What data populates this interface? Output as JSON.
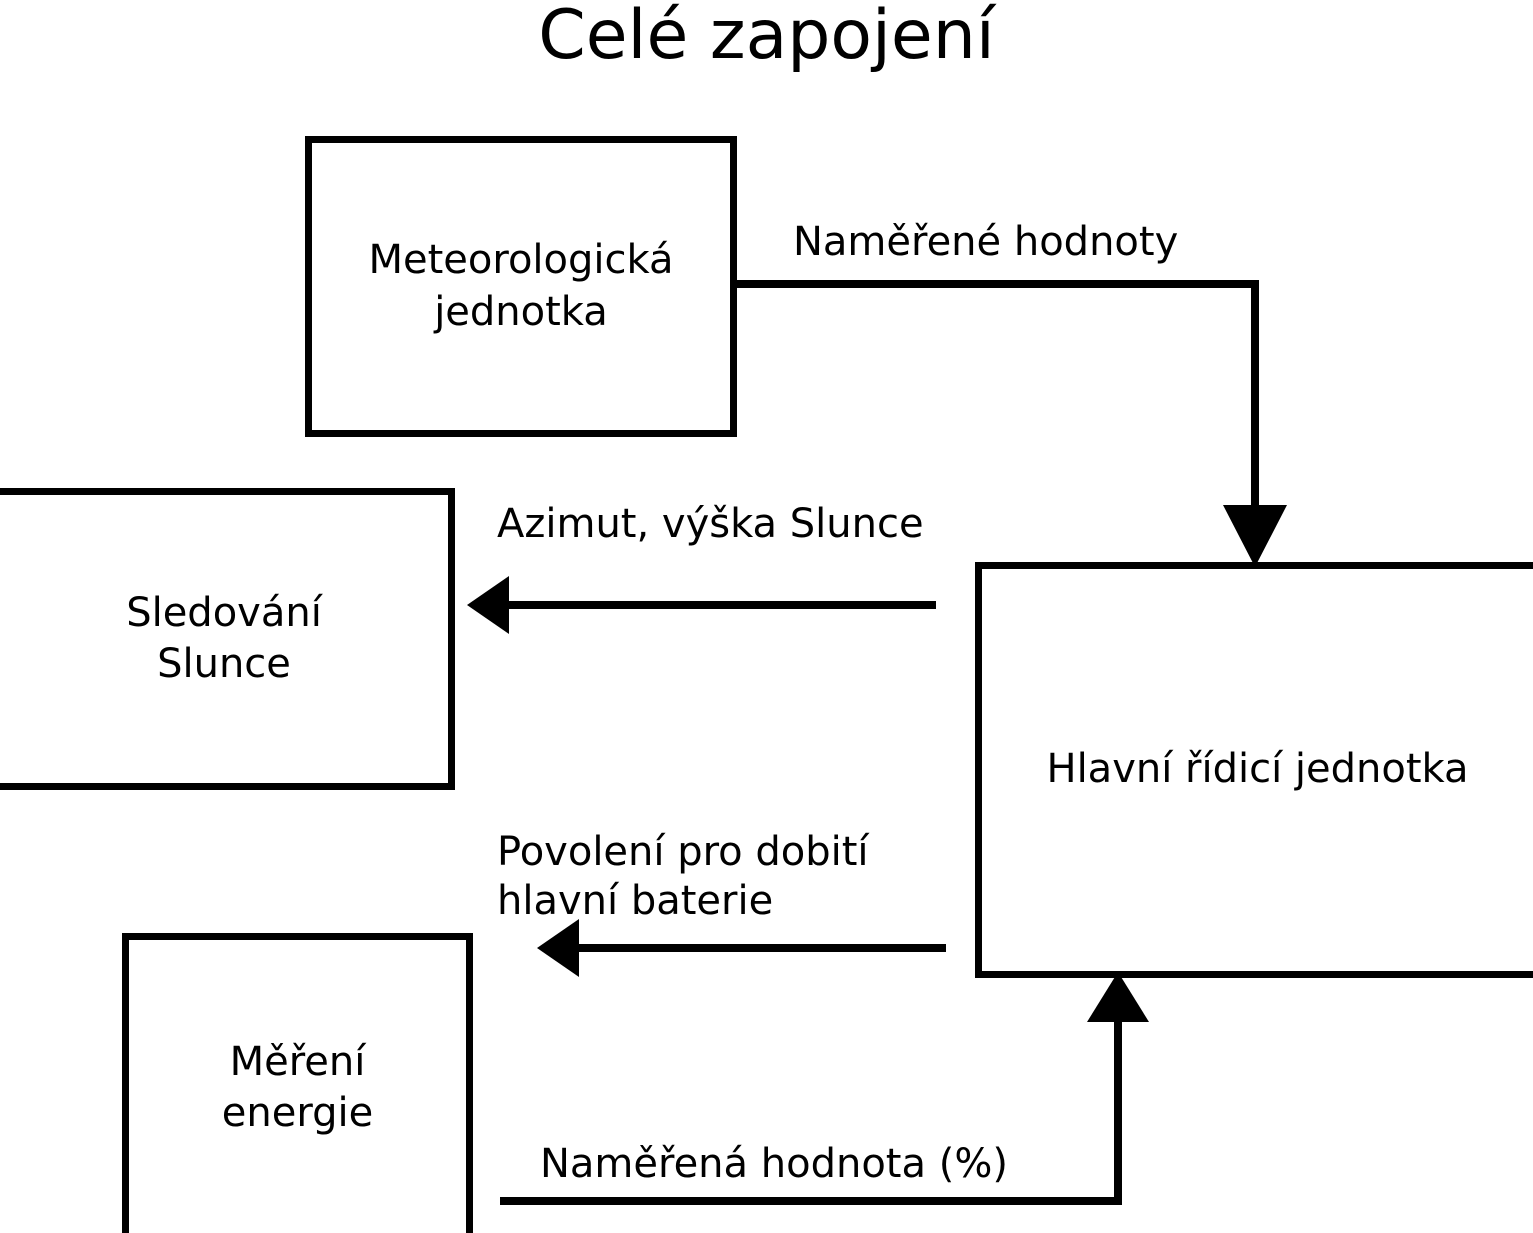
{
  "title": "Celé zapojení",
  "nodes": [
    {
      "id": "meteo",
      "label": "Meteorologická\njednotka"
    },
    {
      "id": "sun_track",
      "label": "Sledování\nSlunce"
    },
    {
      "id": "main_ctrl",
      "label": "Hlavní řídicí jednotka"
    },
    {
      "id": "energy",
      "label": "Měření\nenergie"
    }
  ],
  "edges": [
    {
      "id": "measured_values",
      "label": "Naměřené hodnoty",
      "from": "meteo",
      "to": "main_ctrl",
      "direction": "down"
    },
    {
      "id": "azimuth",
      "label": "Azimut, výška Slunce",
      "from": "main_ctrl",
      "to": "sun_track",
      "direction": "left"
    },
    {
      "id": "charge_permit",
      "label": "Povolení pro dobití\nhlavní baterie",
      "from": "main_ctrl",
      "to": "energy",
      "direction": "left"
    },
    {
      "id": "measured_pct",
      "label": "Naměřená hodnota (%)",
      "from": "energy",
      "to": "main_ctrl",
      "direction": "up"
    }
  ],
  "colors": {
    "background": "#ffffff",
    "stroke": "#000000",
    "text": "#000000"
  }
}
